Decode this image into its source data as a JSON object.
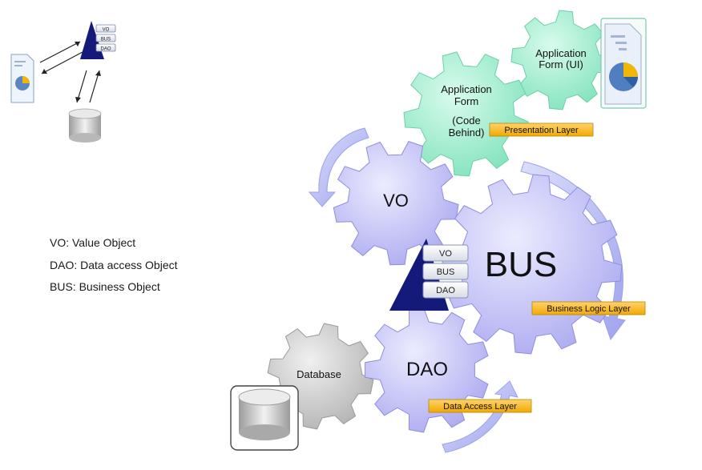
{
  "gears": {
    "app_ui": [
      "Application",
      "Form (UI)"
    ],
    "app_code": [
      "Application",
      "Form",
      "(Code",
      "Behind)"
    ],
    "vo": "VO",
    "bus": "BUS",
    "dao": "DAO",
    "database": "Database"
  },
  "stack_labels": [
    "VO",
    "BUS",
    "DAO"
  ],
  "layers": {
    "presentation": "Presentation Layer",
    "business": "Business Logic Layer",
    "data_access": "Data Access Layer"
  },
  "legend": [
    "VO: Value Object",
    "DAO: Data access Object",
    "BUS: Business Object"
  ],
  "colors": {
    "gear_purple": "#c3c2f7",
    "gear_green": "#9ef0cf",
    "gear_grey": "#c8c8c8",
    "layer_tag": "#f8b500",
    "pyramid": "#141a7a",
    "arrow": "#a9aef2"
  }
}
